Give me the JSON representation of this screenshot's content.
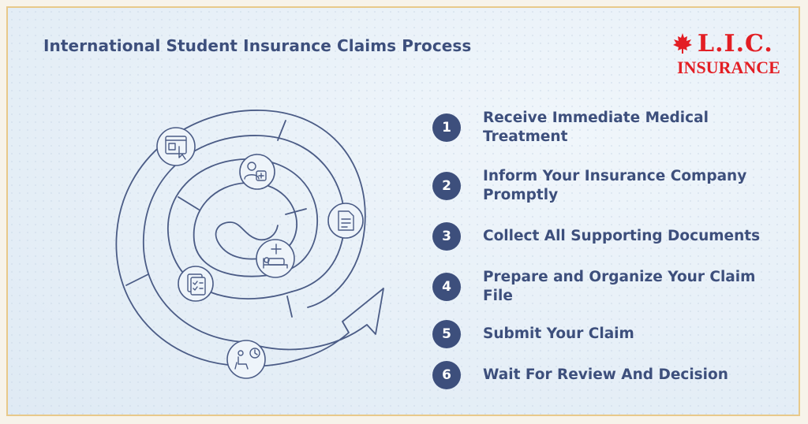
{
  "title": "International Student Insurance Claims Process",
  "logo": {
    "abbr": "L.I.C.",
    "word": "INSURANCE",
    "emblem": "maple-leaf-icon",
    "color": "#e31e24"
  },
  "colors": {
    "primary": "#3d4f7c",
    "background": "#e6eff7",
    "frame": "#e8c98a"
  },
  "steps": [
    {
      "num": "1",
      "label": "Receive Immediate Medical Treatment"
    },
    {
      "num": "2",
      "label": "Inform Your Insurance Company Promptly"
    },
    {
      "num": "3",
      "label": "Collect All Supporting Documents"
    },
    {
      "num": "4",
      "label": "Prepare and Organize Your Claim File"
    },
    {
      "num": "5",
      "label": "Submit Your Claim"
    },
    {
      "num": "6",
      "label": "Wait For Review And Decision"
    }
  ],
  "spiral_icons": [
    "hospital-bed-icon",
    "patient-plus-icon",
    "document-icon",
    "checklist-icon",
    "website-click-icon",
    "waiting-clock-icon"
  ]
}
